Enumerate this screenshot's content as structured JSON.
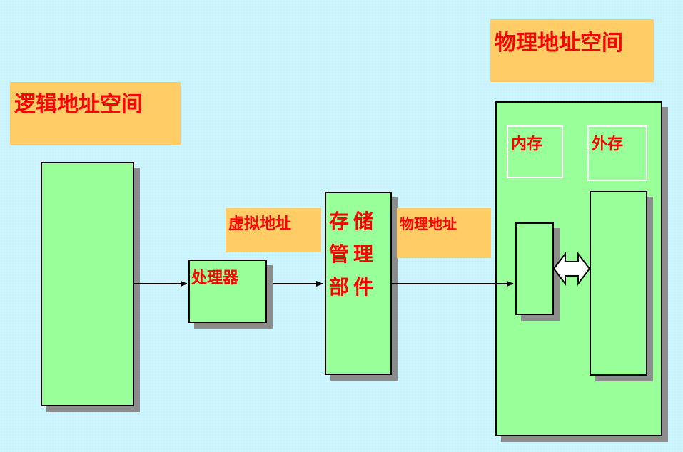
{
  "labels": {
    "logical_space": "逻辑地址空间",
    "physical_space": "物理地址空间",
    "virtual_address": "虚拟地址",
    "physical_address": "物理地址"
  },
  "boxes": {
    "processor": "处理器",
    "mmu_line1": "存储",
    "mmu_line2": "管理",
    "mmu_line3": "部件",
    "main_memory": "内存",
    "external_storage": "外存"
  },
  "colors": {
    "background": "#ccf5ff",
    "label_fill": "#ffcc66",
    "box_fill": "#99ff99",
    "text": "#ff0000",
    "shadow": "#8c8c8c"
  }
}
